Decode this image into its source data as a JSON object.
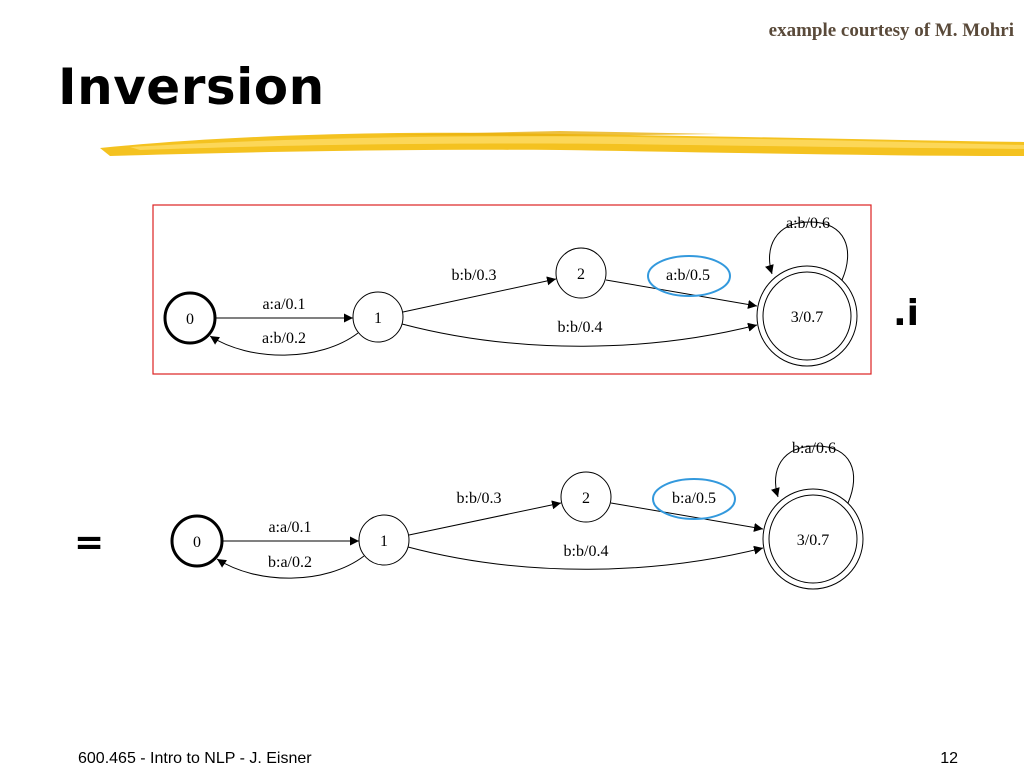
{
  "slide": {
    "courtesy": "example courtesy of M. Mohri",
    "title": "Inversion",
    "inverse_operator": ".i",
    "equals_operator": "="
  },
  "fst_top": {
    "states": {
      "s0": "0",
      "s1": "1",
      "s2": "2",
      "s3": "3/0.7"
    },
    "arcs": {
      "s0_s1": "a:a/0.1",
      "s1_s0": "a:b/0.2",
      "s1_s2": "b:b/0.3",
      "s1_s3": "b:b/0.4",
      "s2_s3": "a:b/0.5",
      "s3_s3": "a:b/0.6"
    }
  },
  "fst_bottom": {
    "states": {
      "s0": "0",
      "s1": "1",
      "s2": "2",
      "s3": "3/0.7"
    },
    "arcs": {
      "s0_s1": "a:a/0.1",
      "s1_s0": "b:a/0.2",
      "s1_s2": "b:b/0.3",
      "s1_s3": "b:b/0.4",
      "s2_s3": "b:a/0.5",
      "s3_s3": "b:a/0.6"
    }
  },
  "colors": {
    "box_border": "#dd2222",
    "highlight_ellipse": "#3399dd",
    "brush_stroke": "#f4c220"
  },
  "footer": {
    "course": "600.465 - Intro to NLP - J. Eisner",
    "page": "12"
  }
}
